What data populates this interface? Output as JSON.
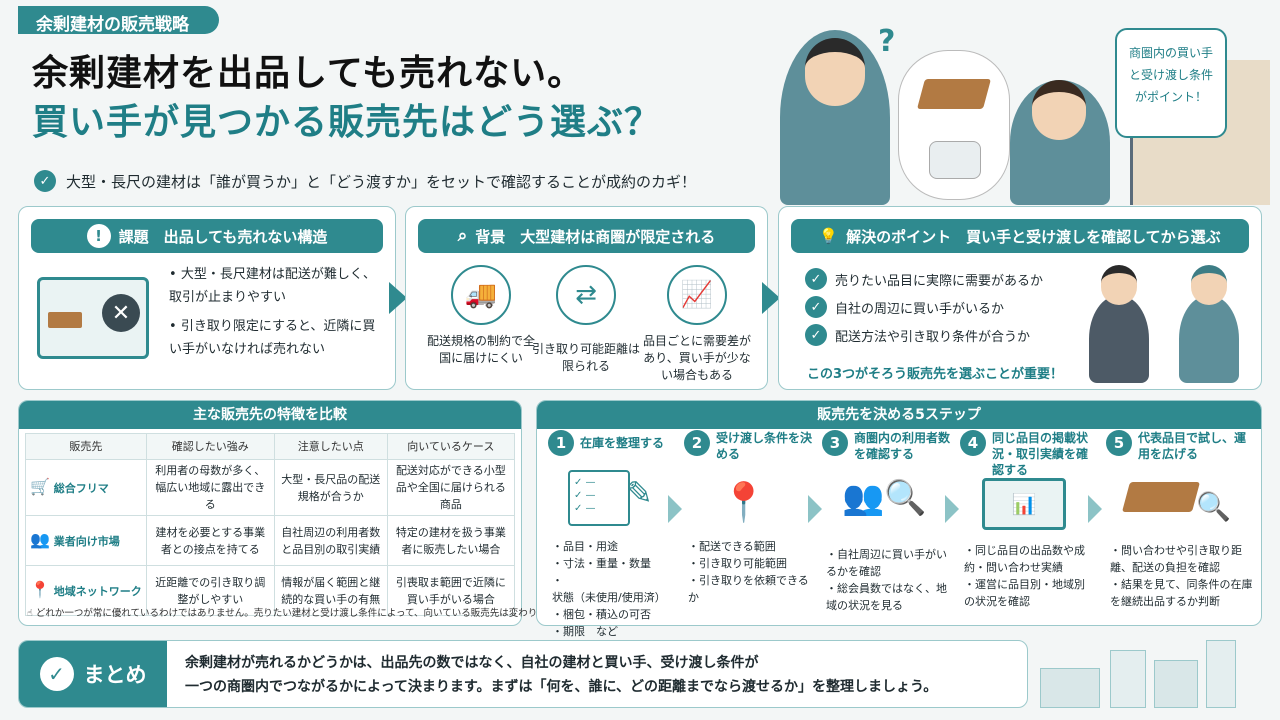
{
  "header": {
    "tag": "余剰建材の販売戦略",
    "title1": "余剰建材を出品しても売れない。",
    "title2": "買い手が見つかる販売先はどう選ぶ？",
    "lead": "大型・長尺の建材は「誰が買うか」と「どう渡すか」をセットで確認することが成約のカギ！",
    "bubble": "商圏内の買い手と受け渡し条件がポイント！"
  },
  "issue": {
    "title": "課題　出品しても売れない構造",
    "bullets": [
      "大型・長尺建材は配送が難しく、取引が止まりやすい",
      "引き取り限定にすると、近隣に買い手がいなければ売れない"
    ]
  },
  "background": {
    "title": "背景　大型建材は商圏が限定される",
    "items": [
      "配送規格の制約で全国に届けにくい",
      "引き取り可能距離は限られる",
      "品目ごとに需要差があり、買い手が少ない場合もある"
    ]
  },
  "solution": {
    "title": "解決のポイント　買い手と受け渡しを確認してから選ぶ",
    "checks": [
      "売りたい品目に実際に需要があるか",
      "自社の周辺に買い手がいるか",
      "配送方法や引き取り条件が合うか"
    ],
    "note": "この3つがそろう販売先を選ぶことが重要！"
  },
  "compare": {
    "title": "主な販売先の特徴を比較",
    "headers": [
      "販売先",
      "確認したい強み",
      "注意したい点",
      "向いているケース"
    ],
    "rows": [
      {
        "name": "総合フリマ",
        "icon": "cart-icon",
        "strength": "利用者の母数が多く、幅広い地域に露出できる",
        "caution": "大型・長尺品の配送規格が合うか",
        "fit": "配送対応ができる小型品や全国に届けられる商品"
      },
      {
        "name": "業者向け市場",
        "icon": "people-icon",
        "strength": "建材を必要とする事業者との接点を持てる",
        "caution": "自社周辺の利用者数と品目別の取引実績",
        "fit": "特定の建材を扱う事業者に販売したい場合"
      },
      {
        "name": "地域ネットワーク",
        "icon": "map-pin-icon",
        "strength": "近距離での引き取り調整がしやすい",
        "caution": "情報が届く範囲と継続的な買い手の有無",
        "fit": "引喪取ま範囲で近隣に買い手がいる場合"
      }
    ],
    "footnote": "どれか一つが常に優れているわけではありません。売りたい建材と受け渡し条件によって、向いている販売先は変わります。"
  },
  "steps": {
    "title": "販売先を決める5ステップ",
    "items": [
      {
        "num": "1",
        "title": "在庫を整理する",
        "bullets": [
          "品目・用途",
          "寸法・重量・数量",
          "状態（未使用/使用済）",
          "梱包・積込の可否",
          "期限　など"
        ]
      },
      {
        "num": "2",
        "title": "受け渡し条件を決める",
        "bullets": [
          "配送できる範囲",
          "引き取り可能範囲",
          "引き取りを依頼できるか"
        ]
      },
      {
        "num": "3",
        "title": "商圏内の利用者数を確認する",
        "bullets": [
          "自社周辺に買い手がいるかを確認",
          "総会員数ではなく、地域の状況を見る"
        ]
      },
      {
        "num": "4",
        "title": "同じ品目の掲載状況・取引実績を確認する",
        "bullets": [
          "同じ品目の出品数や成約・問い合わせ実績",
          "運営に品目別・地域別の状況を確認"
        ]
      },
      {
        "num": "5",
        "title": "代表品目で試し、運用を広げる",
        "bullets": [
          "問い合わせや引き取り距離、配送の負担を確認",
          "結果を見て、同条件の在庫を継続出品するか判断"
        ]
      }
    ]
  },
  "summary": {
    "label": "まとめ",
    "line1": "余剰建材が売れるかどうかは、出品先の数ではなく、自社の建材と買い手、受け渡し条件が",
    "line2": "一つの商圏内でつながるかによって決まります。まずは「何を、誰に、どの距離までなら渡せるか」を整理しましょう。"
  }
}
